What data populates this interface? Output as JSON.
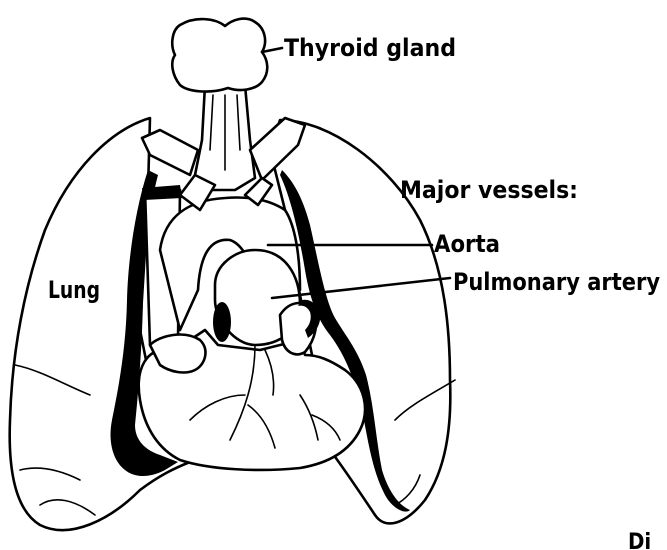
{
  "labels": {
    "thyroid": "Thyroid  gland",
    "major_vessels": "Major  vessels:",
    "aorta": "Aorta",
    "pulmonary": "Pulmonary  artery",
    "lung": "Lung",
    "corner": "Di"
  }
}
